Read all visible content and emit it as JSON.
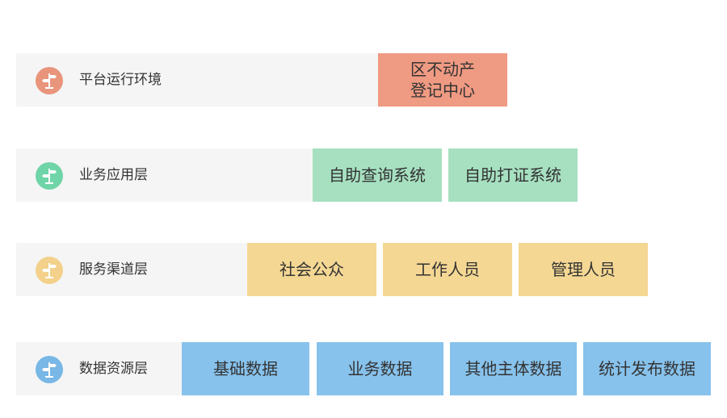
{
  "colors": {
    "red": "#ef9a82",
    "green": "#a6e0c0",
    "yellow": "#f4d793",
    "blue": "#87c2ec",
    "layer_bg": "#f5f5f5"
  },
  "layers": [
    {
      "label": "平台运行环境",
      "icon": "signpost-icon",
      "color": "red",
      "boxes": [
        "区不动产\n登记中心"
      ]
    },
    {
      "label": "业务应用层",
      "icon": "signpost-icon",
      "color": "green",
      "boxes": [
        "自助查询系统",
        "自助打证系统"
      ]
    },
    {
      "label": "服务渠道层",
      "icon": "signpost-icon",
      "color": "yellow",
      "boxes": [
        "社会公众",
        "工作人员",
        "管理人员"
      ]
    },
    {
      "label": "数据资源层",
      "icon": "signpost-icon",
      "color": "blue",
      "boxes": [
        "基础数据",
        "业务数据",
        "其他主体数据",
        "统计发布数据"
      ]
    }
  ]
}
